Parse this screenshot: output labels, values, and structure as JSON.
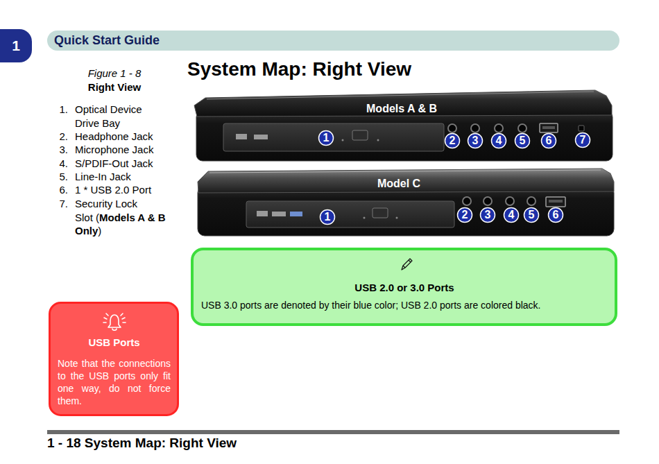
{
  "diagram": {
    "title": "System Map: Right View",
    "nodes": [
      {
        "text": [
          "1"
        ]
      },
      {
        "text": [
          "Quick Start Guide"
        ]
      },
      {
        "text": [
          "USB 2.0 or 3.0 Ports",
          "USB 3.0 ports are denoted by their blue color; USB 2.0 ports are colored black."
        ]
      },
      {
        "text": [
          "USB Ports",
          "Note that the connections to the USB ports only fit one way, do not force them."
        ]
      }
    ],
    "labels": [
      "Figure 1 - 8",
      "Right View",
      "1.",
      "Optical Device Drive Bay",
      "2.",
      "Headphone Jack",
      "3.",
      "Microphone Jack",
      "4.",
      "S/PDIF-Out Jack",
      "5.",
      "Line-In Jack",
      "6.",
      "1 * USB 2.0 Port",
      "7.",
      "Security Lock Slot",
      "(",
      "Models A & B Only",
      ")",
      "Models A & B",
      "1",
      "2",
      "3",
      "4",
      "5",
      "6",
      "7",
      "Model C",
      "1",
      "2",
      "3",
      "4",
      "5",
      "6",
      "1 - 18 System Map: Right View"
    ]
  }
}
